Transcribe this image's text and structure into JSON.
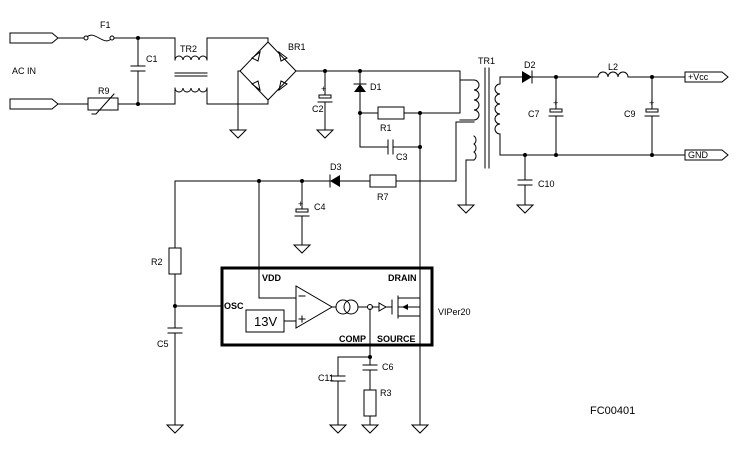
{
  "diagram": {
    "figure_id": "FC00401",
    "ic": {
      "name": "VIPer20",
      "pins": {
        "vdd": "VDD",
        "drain": "DRAIN",
        "osc": "OSC",
        "comp": "COMP",
        "source": "SOURCE"
      },
      "reference_voltage": "13V"
    },
    "input": {
      "label": "AC IN"
    },
    "outputs": {
      "vcc": "+Vcc",
      "gnd": "GND"
    },
    "components": {
      "F1": "F1",
      "C1": "C1",
      "TR2": "TR2",
      "BR1": "BR1",
      "R9": "R9",
      "C2": "C2",
      "D1": "D1",
      "R1": "R1",
      "C3": "C3",
      "TR1": "TR1",
      "D2": "D2",
      "L2": "L2",
      "C7": "C7",
      "C9": "C9",
      "C10": "C10",
      "D3": "D3",
      "R7": "R7",
      "C4": "C4",
      "R2": "R2",
      "C5": "C5",
      "C11": "C11",
      "C6": "C6",
      "R3": "R3"
    },
    "polarity_mark": "+"
  }
}
